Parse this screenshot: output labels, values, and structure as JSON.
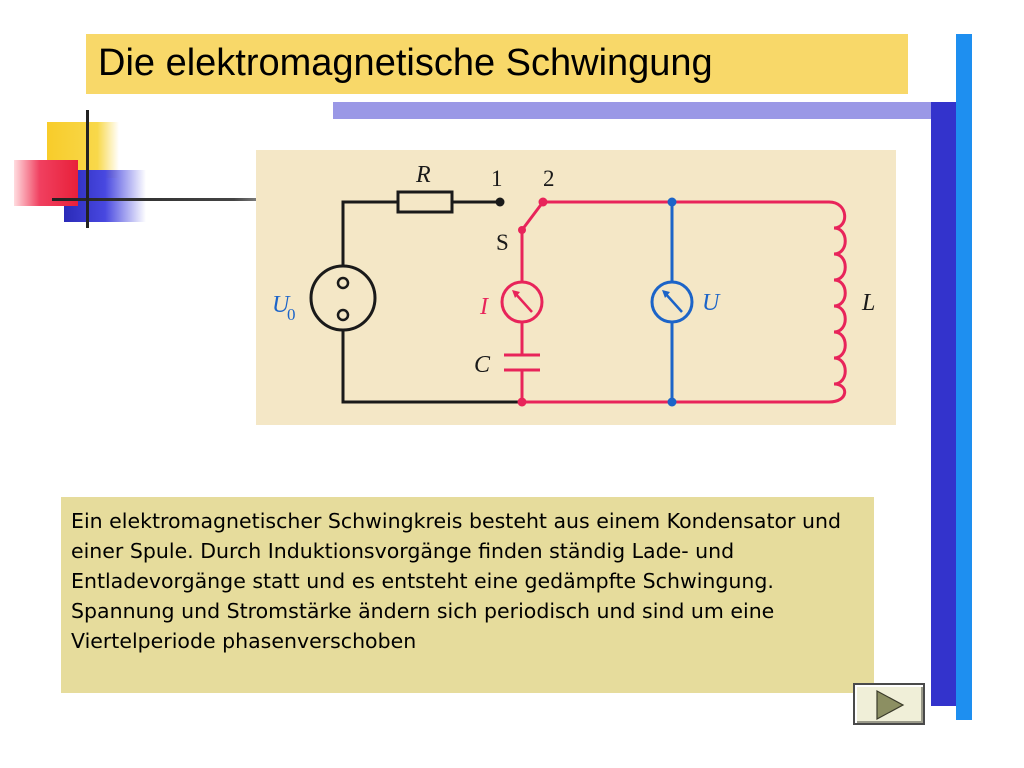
{
  "slide": {
    "title": "Die elektromagnetische Schwingung",
    "description": "Ein elektromagnetischer Schwingkreis besteht aus einem Kondensator und einer Spule. Durch Induktionsvorgänge finden ständig Lade- und Entladevorgänge statt und es entsteht eine gedämpfte Schwingung. Spannung und Stromstärke ändern sich periodisch und sind um eine Viertelperiode phasenverschoben"
  },
  "circuit": {
    "label_r": "R",
    "label_switch_pos_1": "1",
    "label_switch_pos_2": "2",
    "label_switch": "S",
    "label_source_u": "U",
    "label_source_sub": "0",
    "label_current": "I",
    "label_capacitor": "C",
    "label_voltage": "U",
    "label_inductor": "L"
  },
  "navigation": {
    "next_icon": "play-triangle-icon"
  },
  "colors": {
    "title_background": "#f8d869",
    "text_box_background": "#e6dc9c",
    "accent_blue": "#1e8ff0",
    "accent_dark_blue": "#3333cc",
    "accent_lavender": "#9a98e6",
    "circuit_red": "#e8245a",
    "circuit_blue": "#1c64c8"
  }
}
